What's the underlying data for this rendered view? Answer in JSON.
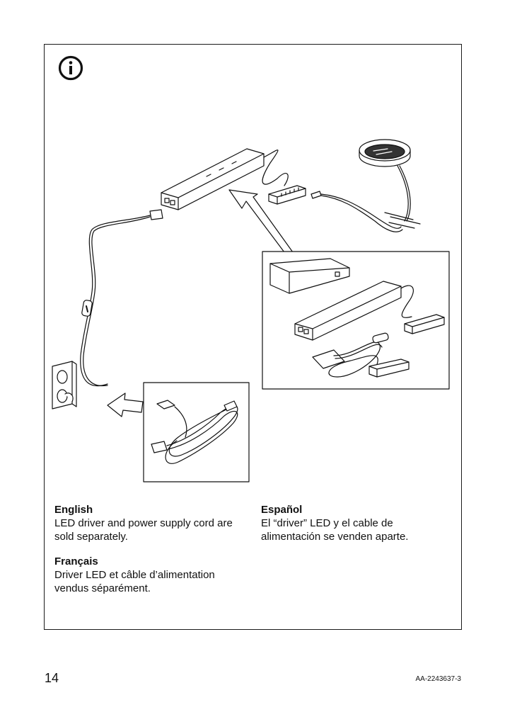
{
  "info_icon": "info-circle-icon",
  "illustration": {
    "items": [
      "led-driver-icon",
      "ceiling-spotlight-icon",
      "power-cord-icon",
      "wall-socket-icon",
      "arrow-icon"
    ]
  },
  "languages": [
    {
      "name": "English",
      "text": "LED driver and power supply cord are sold separately."
    },
    {
      "name": "Français",
      "text": "Driver LED et câble d’alimentation vendus séparément."
    },
    {
      "name": "Español",
      "text": "El “driver” LED y el cable de alimentación se venden aparte."
    }
  ],
  "footer": {
    "page_number": "14",
    "doc_id": "AA-2243637-3"
  }
}
